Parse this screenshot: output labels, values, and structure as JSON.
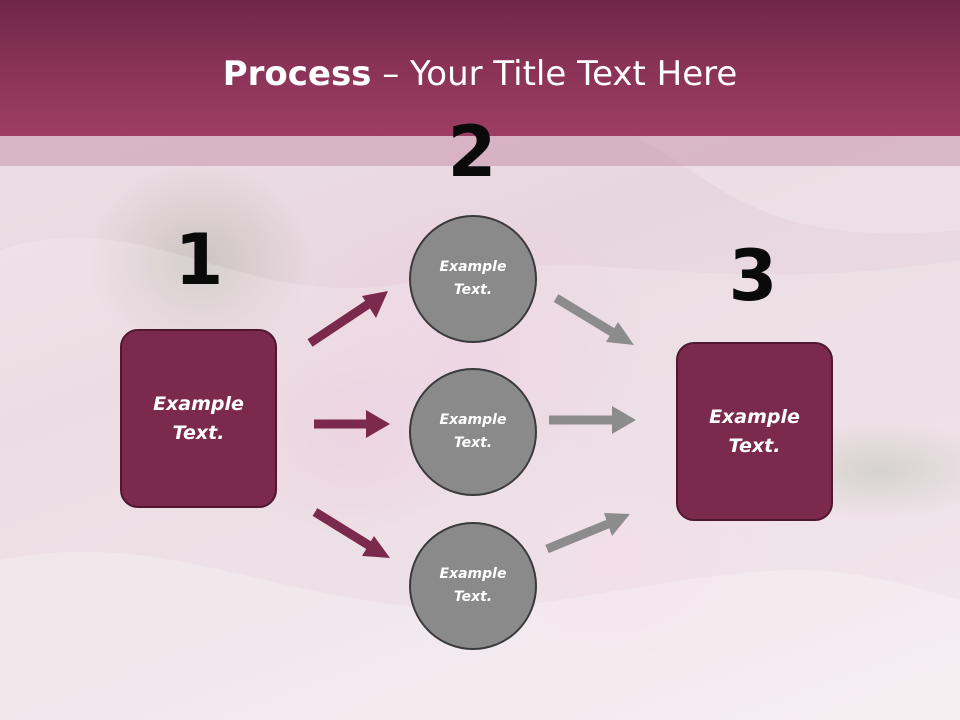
{
  "title": {
    "bold": "Process",
    "rest": " – Your Title Text Here"
  },
  "steps": {
    "one": "1",
    "two": "2",
    "three": "3"
  },
  "nodes": {
    "left_box": "Example\nText.",
    "circle_top": "Example\nText.",
    "circle_middle": "Example\nText.",
    "circle_bottom": "Example\nText.",
    "right_box": "Example\nText."
  },
  "colors": {
    "accent": "#7b2a4d",
    "title_band": "#8a3357",
    "circle_fill": "#8a8a8a",
    "arrow_left": "#7b2a4d",
    "arrow_right": "#8c8c8c"
  }
}
